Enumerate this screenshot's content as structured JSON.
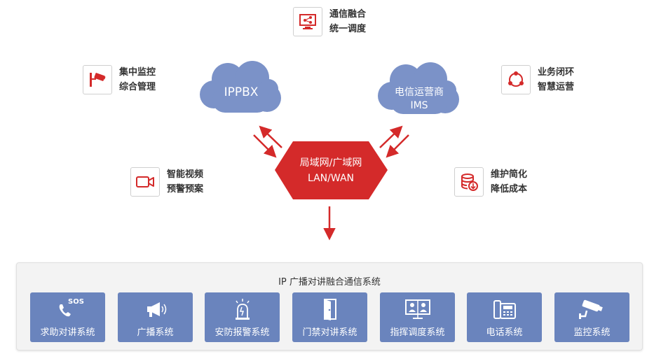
{
  "features": {
    "top": {
      "line1": "通信融合",
      "line2": "统一调度",
      "icon": "monitor-share-icon"
    },
    "left_top": {
      "line1": "集中监控",
      "line2": "综合管理",
      "icon": "cctv-camera-icon"
    },
    "right_top": {
      "line1": "业务闭环",
      "line2": "智慧运营",
      "icon": "cycle-icon"
    },
    "left_mid": {
      "line1": "智能视频",
      "line2": "预警预案",
      "icon": "video-camera-icon"
    },
    "right_mid": {
      "line1": "维护简化",
      "line2": "降低成本",
      "icon": "database-download-icon"
    }
  },
  "clouds": {
    "ippbx": {
      "label": "IPPBX"
    },
    "ims": {
      "line1": "电信运营商",
      "line2": "IMS"
    }
  },
  "hub": {
    "line1": "局域网/广域网",
    "line2": "LAN/WAN"
  },
  "panel": {
    "title": "IP 广播对讲融合通信系统",
    "systems": [
      {
        "label": "求助对讲系统",
        "icon": "sos-phone-icon",
        "badge": "SOS"
      },
      {
        "label": "广播系统",
        "icon": "loudspeaker-icon"
      },
      {
        "label": "安防报警系统",
        "icon": "alarm-icon"
      },
      {
        "label": "门禁对讲系统",
        "icon": "door-icon"
      },
      {
        "label": "指挥调度系统",
        "icon": "dispatch-screen-icon"
      },
      {
        "label": "电话系统",
        "icon": "telephone-icon"
      },
      {
        "label": "监控系统",
        "icon": "surveillance-camera-icon"
      }
    ]
  },
  "colors": {
    "accent_red": "#d42a2a",
    "cloud_blue": "#7b92c8",
    "tile_blue": "#6a84bd"
  }
}
